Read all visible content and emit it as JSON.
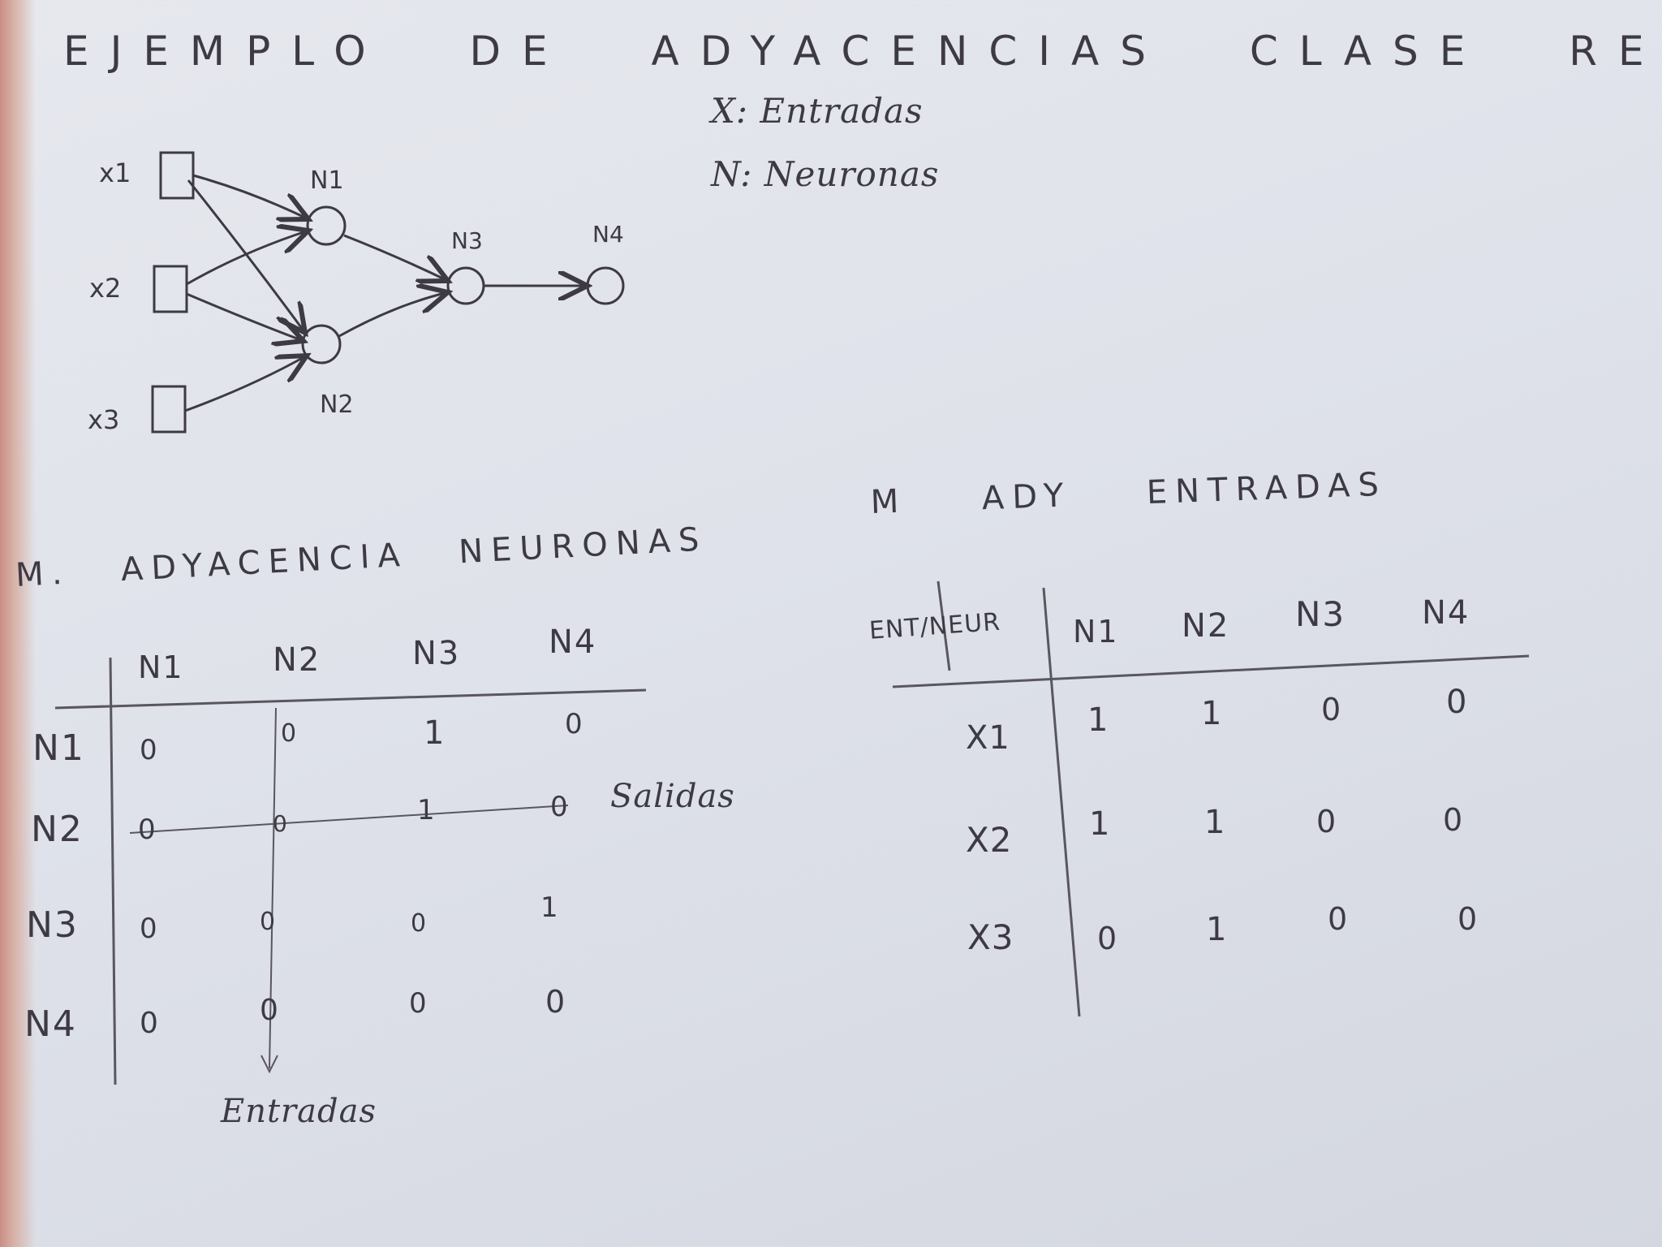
{
  "title": "EJEMPLO DE ADYACENCIAS CLASE RED",
  "legend": {
    "x_line": "X: Entradas",
    "n_line": "N: Neuronas"
  },
  "network": {
    "inputs": [
      "x1",
      "x2",
      "x3"
    ],
    "neurons": [
      "N1",
      "N2",
      "N3",
      "N4"
    ]
  },
  "neuron_matrix": {
    "title": "M. ADYACENCIA NEURONAS",
    "columns": [
      "N1",
      "N2",
      "N3",
      "N4"
    ],
    "rows": [
      {
        "label": "N1",
        "values": [
          "0",
          "0",
          "1",
          "0"
        ]
      },
      {
        "label": "N2",
        "values": [
          "0",
          "0",
          "1",
          "0"
        ]
      },
      {
        "label": "N3",
        "values": [
          "0",
          "0",
          "0",
          "1"
        ]
      },
      {
        "label": "N4",
        "values": [
          "0",
          "0",
          "0",
          "0"
        ]
      }
    ],
    "row_annotation": "Salidas",
    "col_annotation": "Entradas"
  },
  "input_matrix": {
    "title": "M ADY ENTRADAS",
    "corner": "ENT/NEUR",
    "columns": [
      "N1",
      "N2",
      "N3",
      "N4"
    ],
    "rows": [
      {
        "label": "X1",
        "values": [
          "1",
          "1",
          "0",
          "0"
        ]
      },
      {
        "label": "X2",
        "values": [
          "1",
          "1",
          "0",
          "0"
        ]
      },
      {
        "label": "X3",
        "values": [
          "0",
          "1",
          "0",
          "0"
        ]
      }
    ]
  },
  "colors": {
    "ink": "#3e3a44",
    "paper": "#e2e4ea"
  }
}
